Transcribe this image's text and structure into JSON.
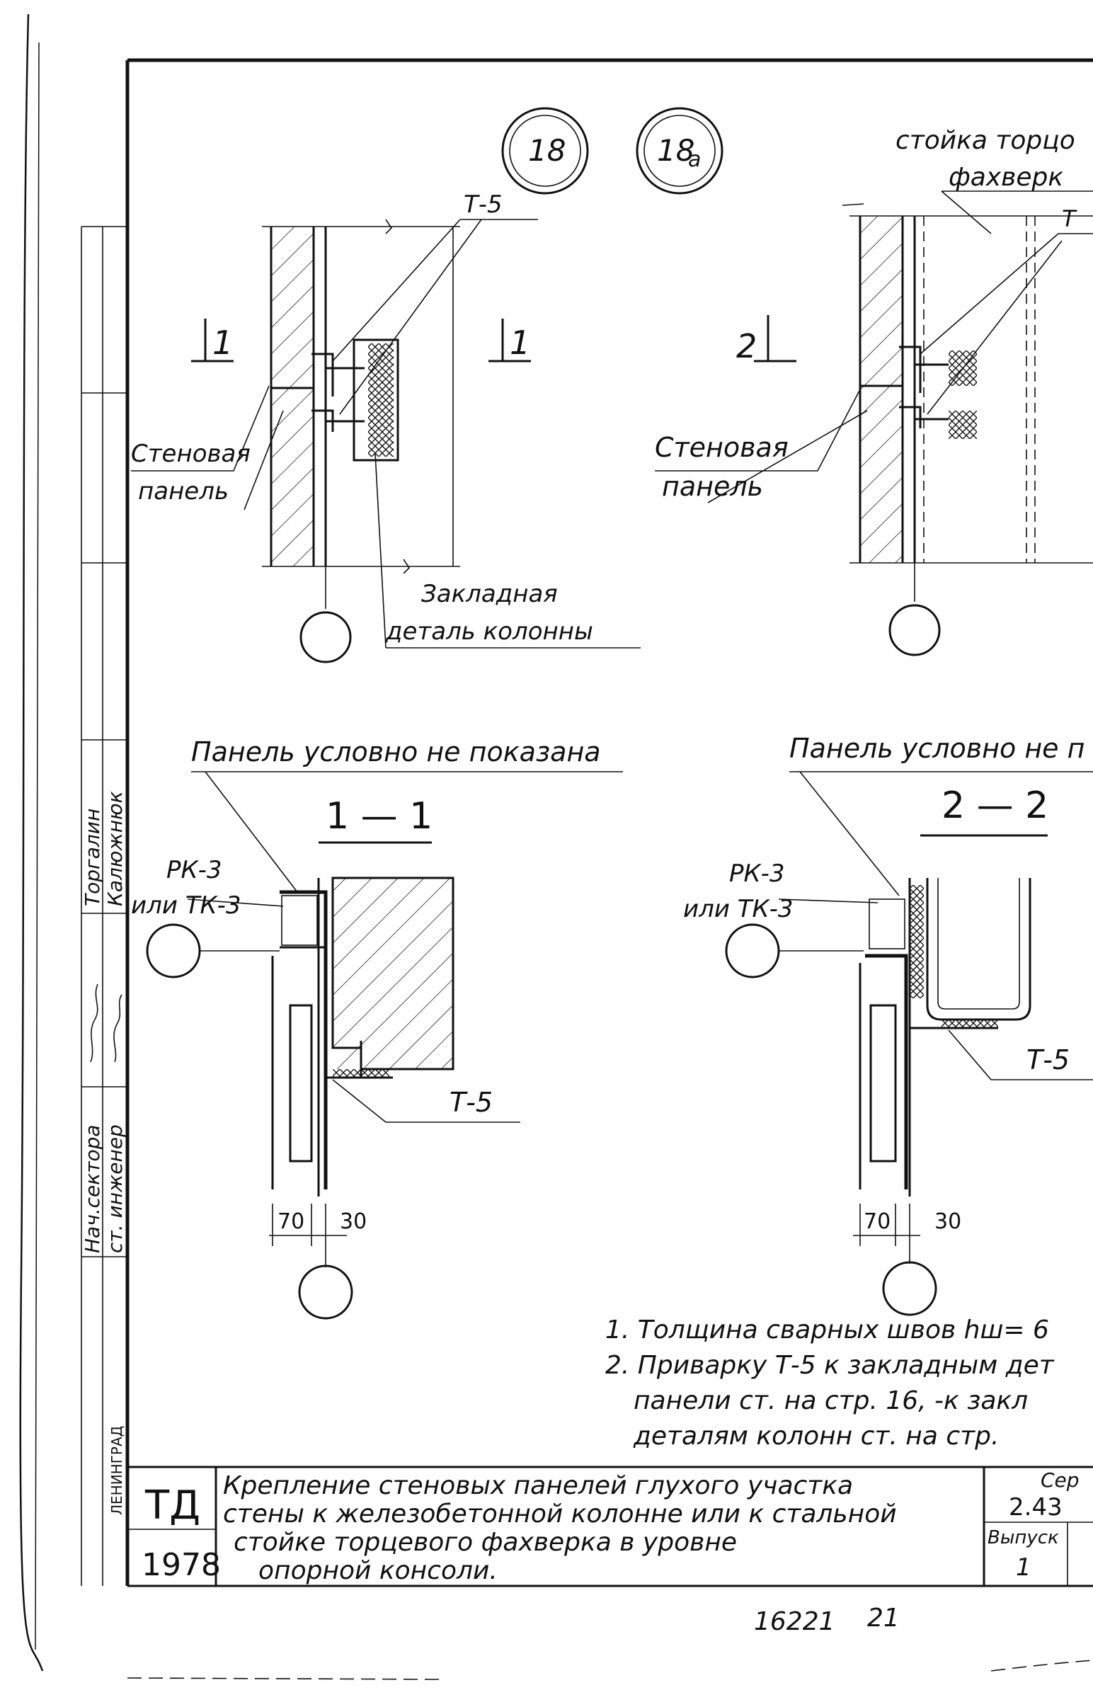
{
  "details": {
    "detail_18": {
      "number": "18"
    },
    "detail_18a": {
      "number": "18",
      "suffix": "а"
    }
  },
  "view_a": {
    "marker_T5": "Т-5",
    "cut_left": "1",
    "cut_right": "1",
    "wall_panel_label_1": "Стеновая",
    "wall_panel_label_2": "панель",
    "embedded_label_1": "Закладная",
    "embedded_label_2": "деталь колонны"
  },
  "view_b": {
    "header_1": "стойка торцо",
    "header_2": "фахверк",
    "marker_T": "Т",
    "cut_left": "2",
    "wall_panel_label_1": "Стеновая",
    "wall_panel_label_2": "панель"
  },
  "section_1": {
    "note": "Панель условно не показана",
    "title": "1 — 1",
    "rk_1": "РК-3",
    "rk_2": "или ТК-3",
    "marker_T5": "Т-5",
    "dim_1": "70",
    "dim_2": "30"
  },
  "section_2": {
    "note": "Панель условно не п",
    "title": "2 — 2",
    "rk_1": "РК-3",
    "rk_2": "или ТК-3",
    "marker_T5": "Т-5",
    "dim_1": "70",
    "dim_2": "30"
  },
  "notes": {
    "n1": "1. Толщина сварных швов hш= 6",
    "n2a": "2. Приварку Т-5 к закладным дет",
    "n2b": "панели ст. на стр. 16, -к закл",
    "n2c": "деталям колонн ст. на стр."
  },
  "side_stamp": {
    "role_1": "Нач.сектора",
    "role_2": "ст. инженер",
    "name_1": "Торгалин",
    "name_2": "Калюжнюк",
    "org": "ЛЕНИНГРАД"
  },
  "title_block": {
    "code": "ТД",
    "year": "1978",
    "title_1": "Крепление стеновых панелей глухого участка",
    "title_2": "стены к железобетонной колонне или к стальной",
    "title_3": "стойке торцевого фахверка в уровне",
    "title_4": "опорной консоли.",
    "series_label": "Сер",
    "series_value": "2.43",
    "issue_label": "Выпуск",
    "issue_value": "1"
  },
  "footer": {
    "sheet_number": "16221",
    "page_number": "21"
  }
}
